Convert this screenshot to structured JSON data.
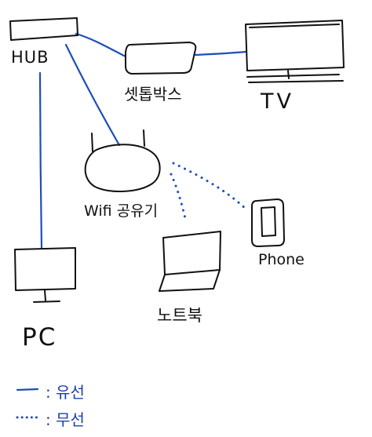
{
  "colors": {
    "ink": "#111111",
    "wired": "#1d4fb8",
    "wireless": "#1d4fb8",
    "legend_text": "#1d3fae"
  },
  "nodes": {
    "hub": {
      "label": "HUB",
      "icon": "hub-box-icon"
    },
    "settop": {
      "label": "셋톱박스",
      "icon": "settop-box-icon"
    },
    "tv": {
      "label": "TV",
      "icon": "tv-monitor-icon"
    },
    "router": {
      "label": "Wifi 공유기",
      "icon": "wifi-router-icon"
    },
    "pc": {
      "label": "PC",
      "icon": "pc-monitor-icon"
    },
    "laptop": {
      "label": "노트북",
      "icon": "laptop-icon"
    },
    "phone": {
      "label": "Phone",
      "icon": "smartphone-icon"
    }
  },
  "connections": [
    {
      "from": "HUB",
      "to": "셋톱박스",
      "type": "wired"
    },
    {
      "from": "셋톱박스",
      "to": "TV",
      "type": "wired"
    },
    {
      "from": "HUB",
      "to": "Wifi 공유기",
      "type": "wired"
    },
    {
      "from": "HUB",
      "to": "PC",
      "type": "wired"
    },
    {
      "from": "Wifi 공유기",
      "to": "노트북",
      "type": "wireless"
    },
    {
      "from": "Wifi 공유기",
      "to": "Phone",
      "type": "wireless"
    }
  ],
  "legend": {
    "wired": {
      "symbol": "—",
      "label": ": 유선"
    },
    "wireless": {
      "symbol": "·····",
      "label": ": 무선"
    }
  }
}
